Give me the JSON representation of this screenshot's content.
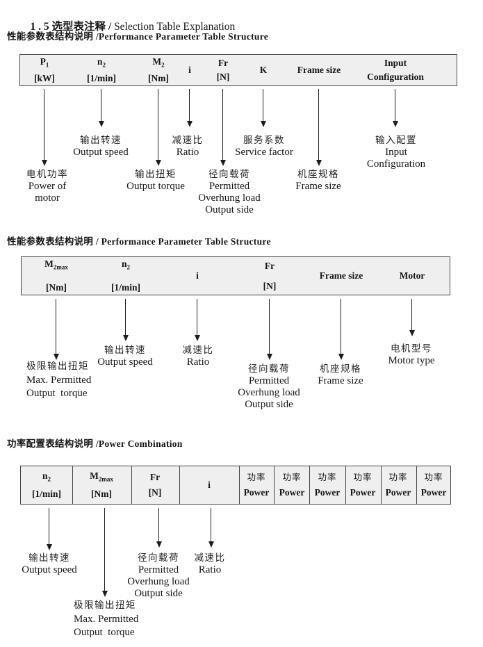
{
  "colors": {
    "table_bg": "#efeff0",
    "table_border": "#454545",
    "text": "#151515"
  },
  "title": {
    "zh": "1 . 5 选型表注释 / ",
    "en": "Selection Table Explanation"
  },
  "t1": {
    "heading": "性能参数表结构说明 /Performance Parameter Table Structure",
    "columns": [
      {
        "line1": "P",
        "sub": "1",
        "line2": "[kW]"
      },
      {
        "line1": "n",
        "sub": "2",
        "line2": "[1/min]"
      },
      {
        "line1": "M",
        "sub": "2",
        "line2": "[Nm]"
      },
      {
        "line1": "i"
      },
      {
        "line1": "Fr",
        "line2": "[N]"
      },
      {
        "line1": "K"
      },
      {
        "line1": "Frame size"
      },
      {
        "line1": "Input",
        "line2": "Configuration"
      }
    ],
    "callouts": {
      "power_of_motor": [
        "电机功率",
        "Power of",
        "motor"
      ],
      "output_speed": [
        "输出转速",
        "Output speed"
      ],
      "output_torque": [
        "输出扭矩",
        "Output torque"
      ],
      "ratio": [
        "减速比",
        "Ratio"
      ],
      "overhung_load": [
        "径向载荷",
        "Permitted",
        "Overhung load",
        "Output side"
      ],
      "service_factor": [
        "服务系数",
        "Service factor"
      ],
      "frame_size": [
        "机座规格",
        "Frame size"
      ],
      "input_configuration": [
        "输入配置",
        "Input",
        "Configuration"
      ]
    }
  },
  "t2": {
    "heading": "性能参数表结构说明 / Performance Parameter Table Structure",
    "columns": [
      {
        "line1": "M",
        "sub": "2max",
        "line2": "[Nm]"
      },
      {
        "line1": "n",
        "sub": "2",
        "line2": "[1/min]"
      },
      {
        "line1": "i"
      },
      {
        "line1": "Fr",
        "line2": "[N]"
      },
      {
        "line1": "Frame size"
      },
      {
        "line1": "Motor"
      }
    ],
    "callouts": {
      "max_output_torque": [
        "极限输出扭矩",
        "Max. Permitted",
        "Output  torque"
      ],
      "output_speed": [
        "输出转速",
        "Output speed"
      ],
      "ratio": [
        "减速比",
        "Ratio"
      ],
      "overhung_load": [
        "径向载荷",
        "Permitted",
        "Overhung load",
        "Output side"
      ],
      "frame_size": [
        "机座规格",
        "Frame size"
      ],
      "motor_type": [
        "电机型号",
        "Motor type"
      ]
    }
  },
  "t3": {
    "heading": "功率配置表结构说明 /Power Combination",
    "columns": [
      {
        "line1": "n",
        "sub": "2",
        "line2": "[1/min]"
      },
      {
        "line1": "M",
        "sub": "2max",
        "line2": "[Nm]"
      },
      {
        "line1": "Fr",
        "line2": "[N]"
      },
      {
        "line1": "i"
      },
      {
        "line1": "功率",
        "line2": "Power"
      },
      {
        "line1": "功率",
        "line2": "Power"
      },
      {
        "line1": "功率",
        "line2": "Power"
      },
      {
        "line1": "功率",
        "line2": "Power"
      },
      {
        "line1": "功率",
        "line2": "Power"
      },
      {
        "line1": "功率",
        "line2": "Power"
      }
    ],
    "callouts": {
      "output_speed": [
        "输出转速",
        "Output speed"
      ],
      "max_output_torque": [
        "极限输出扭矩",
        "Max. Permitted",
        "Output  torque"
      ],
      "overhung_load": [
        "径向载荷",
        "Permitted",
        "Overhung load",
        "Output side"
      ],
      "ratio": [
        "减速比",
        "Ratio"
      ]
    }
  }
}
